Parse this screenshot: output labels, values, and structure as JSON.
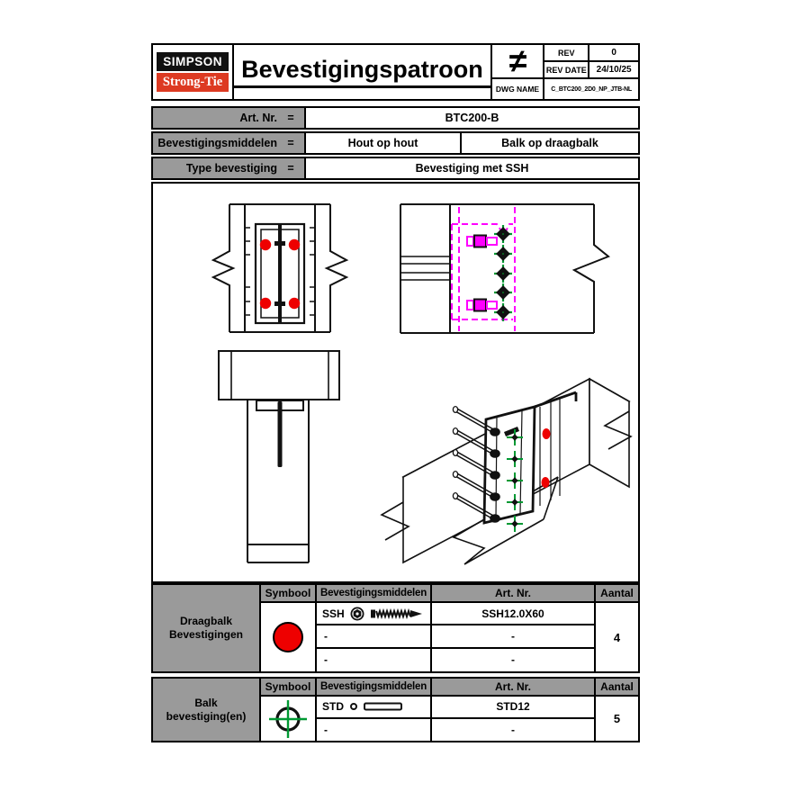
{
  "header": {
    "logo_top": "SIMPSON",
    "logo_bottom": "Strong-Tie",
    "title": "Bevestigingspatroon",
    "drafting_symbol": "≠",
    "rev_label": "REV",
    "rev_value": "0",
    "rev_date_label": "REV DATE",
    "rev_date_value": "24/10/25",
    "dwg_name_label": "DWG NAME",
    "dwg_name_value": "C_BTC200_2D0_NP_JTB-NL"
  },
  "info": {
    "rows": [
      {
        "label": "Art. Nr.",
        "eq": "=",
        "value": "BTC200-B"
      },
      {
        "label": "Bevestigingsmiddelen",
        "eq": "=",
        "value1": "Hout op hout",
        "value2": "Balk op draagbalk"
      },
      {
        "label": "Type bevestiging",
        "eq": "=",
        "value": "Bevestiging met SSH"
      }
    ]
  },
  "tables": [
    {
      "group_line1": "Draagbalk",
      "group_line2": "Bevestigingen",
      "headers": {
        "symbol": "Symbool",
        "fastener": "Bevestigingsmiddelen",
        "art": "Art. Nr.",
        "qty": "Aantal"
      },
      "symbol_name": "red-circle",
      "rows": [
        {
          "name": "SSH",
          "art": "SSH12.0X60"
        },
        {
          "name": "-",
          "art": "-"
        },
        {
          "name": "-",
          "art": "-"
        }
      ],
      "qty": "4"
    },
    {
      "group_line1": "Balk",
      "group_line2": "bevestiging(en)",
      "headers": {
        "symbol": "Symbool",
        "fastener": "Bevestigingsmiddelen",
        "art": "Art. Nr.",
        "qty": "Aantal"
      },
      "symbol_name": "crosshair",
      "rows": [
        {
          "name": "STD",
          "art": "STD12"
        },
        {
          "name": "-",
          "art": "-"
        }
      ],
      "qty": "5"
    }
  ],
  "colors": {
    "fastener_red": "#EE0000",
    "hidden_magenta": "#FF00FF",
    "marker_green": "#009933",
    "logo_red": "#DD3A22",
    "cell_gray": "#9A9A9A"
  }
}
